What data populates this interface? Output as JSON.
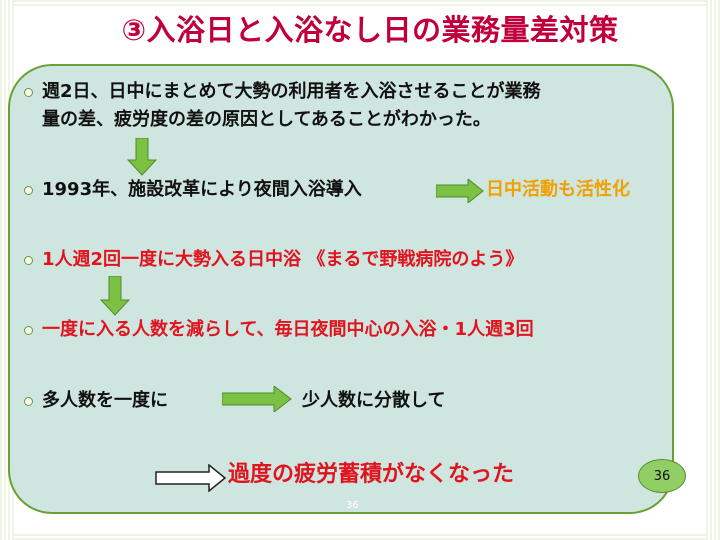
{
  "slide": {
    "title": "③入浴日と入浴なし日の業務量差対策",
    "page_badge": "36",
    "page_number": "36",
    "items": [
      {
        "line1": "週2日、日中にまとめて大勢の利用者を入浴させることが業務",
        "line2": "量の差、疲労度の差の原因としてあることがわかった。"
      },
      {
        "text": "1993年、施設改革により夜間入浴導入",
        "result": "日中活動も活性化"
      },
      {
        "text": "1人週2回一度に大勢入る日中浴 《まるで野戦病院のよう》"
      },
      {
        "text": "一度に入る人数を減らして、毎日夜間中心の入浴・1人週3回"
      },
      {
        "left": "多人数を一度に",
        "right": "少人数に分散して"
      }
    ],
    "conclusion": "過度の疲労蓄積がなくなった"
  },
  "colors": {
    "title": "#c0003a",
    "panel_bg": "#cfe5e0",
    "panel_border": "#67a232",
    "arrow_fill": "#7bc143",
    "red_text": "#e0141e",
    "orange_text": "#f0a000",
    "badge": "#8fcf66"
  }
}
